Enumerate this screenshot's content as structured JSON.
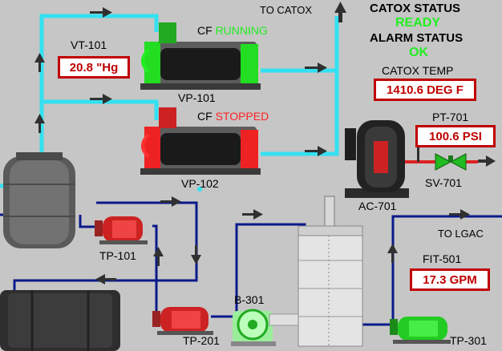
{
  "colors": {
    "background": "#c6c6c6",
    "vacuum_line": "#33e0f0",
    "water_line": "#0a1a8a",
    "running": "#22ee22",
    "stopped": "#ff2222",
    "ok_text": "#22ee22",
    "value_border": "#c00000"
  },
  "headers": {
    "to_catox": "TO CATOX",
    "to_lgac": "TO LGAC"
  },
  "status_panel": {
    "catox_status_title": "CATOX STATUS",
    "catox_status_value": "READY",
    "alarm_status_title": "ALARM STATUS",
    "alarm_status_value": "OK",
    "catox_temp_label": "CATOX TEMP",
    "catox_temp_value": "1410.6 DEG F"
  },
  "instruments": {
    "vt101": {
      "tag": "VT-101",
      "value": "20.8 \"Hg"
    },
    "pt701": {
      "tag": "PT-701",
      "value": "100.6 PSI"
    },
    "fit501": {
      "tag": "FIT-501",
      "value": "17.3 GPM"
    }
  },
  "equipment": {
    "vp101": {
      "tag": "VP-101",
      "cf_label": "CF",
      "state": "RUNNING",
      "icon": "vacuum-pump-icon"
    },
    "vp102": {
      "tag": "VP-102",
      "cf_label": "CF",
      "state": "STOPPED",
      "icon": "vacuum-pump-icon"
    },
    "ac701": {
      "tag": "AC-701",
      "icon": "air-compressor-icon"
    },
    "sv701": {
      "tag": "SV-701",
      "icon": "solenoid-valve-icon"
    },
    "tp101": {
      "tag": "TP-101",
      "icon": "transfer-pump-icon"
    },
    "tp201": {
      "tag": "TP-201",
      "icon": "transfer-pump-icon"
    },
    "tp301": {
      "tag": "TP-301",
      "icon": "transfer-pump-icon"
    },
    "b301": {
      "tag": "B-301",
      "icon": "blower-icon"
    }
  }
}
